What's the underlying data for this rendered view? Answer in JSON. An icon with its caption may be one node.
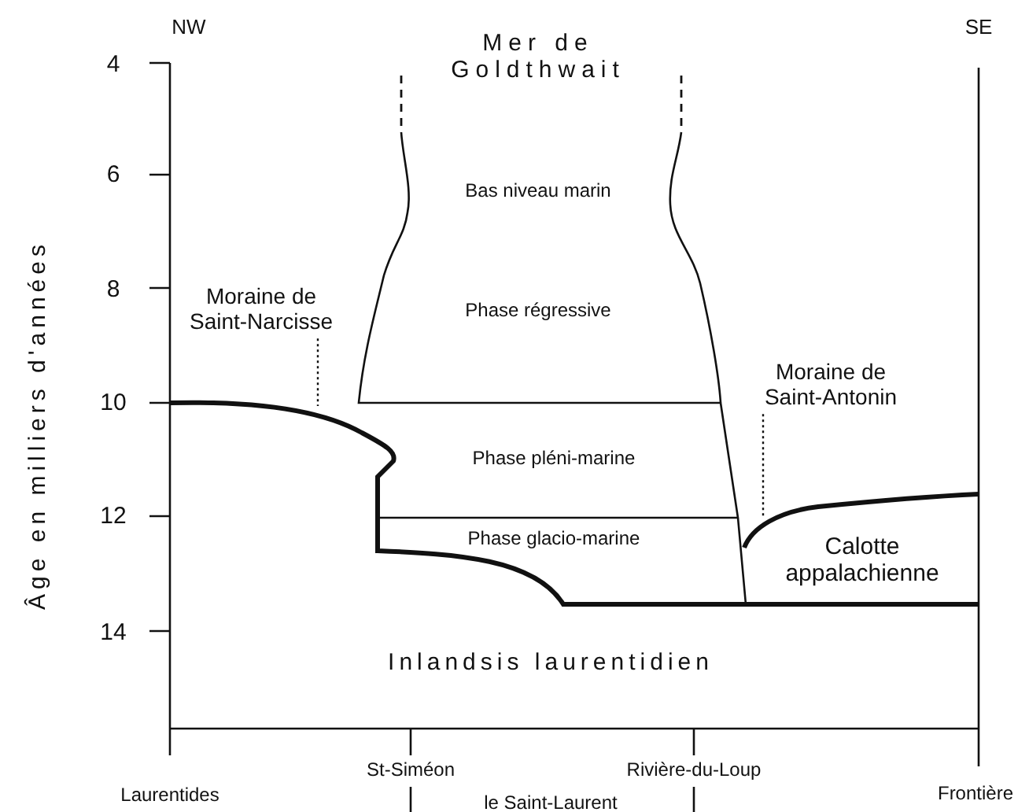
{
  "diagram": {
    "nodes": [
      {
        "text": [
          "Moraine de Saint-Narcisse"
        ]
      },
      {
        "text": [
          "Moraine de Saint-Antonin"
        ]
      }
    ],
    "edges": [
      {
        "from": 0,
        "to": null,
        "arrow": "none",
        "style": "dashed"
      },
      {
        "from": 1,
        "to": null,
        "arrow": "none",
        "style": "dashed"
      }
    ],
    "labels": [
      "NW",
      "SE",
      "4",
      "Mer de Goldthwait",
      "6",
      "Bas niveau marin",
      "8",
      "Phase régressive",
      "10",
      "Phase pléni-marine",
      "12",
      "Phase glacio-marine",
      "Calotte appalachienne",
      "14",
      "Inlandsis laurentidien",
      "Âge en milliers d'années",
      "St-Siméon",
      "Rivière-du-Loup",
      "Laurentides",
      "le Saint-Laurent",
      "Frontière"
    ]
  }
}
